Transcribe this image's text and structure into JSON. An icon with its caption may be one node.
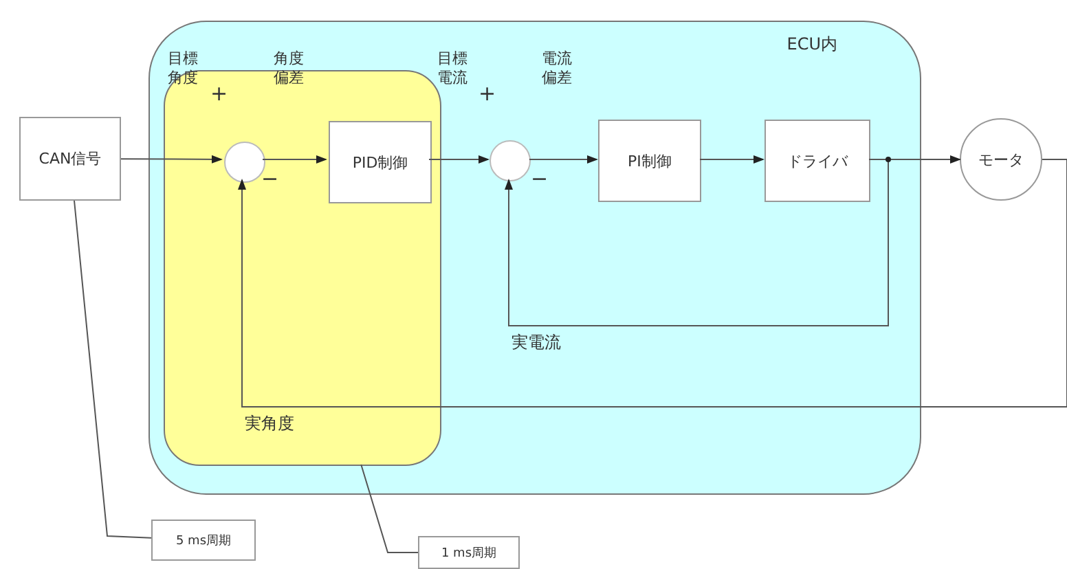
{
  "diagram": {
    "nodes": [
      {
        "text": [
          "ECU内"
        ]
      },
      {
        "text": [],
        "shape": "box",
        "in": 0
      },
      {
        "text": [
          "CAN信号"
        ]
      },
      {
        "text": [],
        "shape": "circle",
        "in": 1
      },
      {
        "text": [
          "PID制御"
        ],
        "in": 1
      },
      {
        "text": [],
        "shape": "circle",
        "in": 0
      },
      {
        "text": [
          "PI制御"
        ],
        "in": 0
      },
      {
        "text": [
          "ドライバ"
        ],
        "in": 0
      },
      {
        "text": [
          "モータ"
        ]
      },
      {
        "text": [
          "5 ms周期"
        ]
      },
      {
        "text": [
          "1 ms周期"
        ]
      }
    ],
    "edges": [
      {
        "from": 2,
        "to": 3,
        "arrow": "to"
      },
      {
        "from": 3,
        "to": 4,
        "arrow": "to"
      },
      {
        "from": 4,
        "to": 5,
        "arrow": "to"
      },
      {
        "from": 5,
        "to": 6,
        "arrow": "to"
      },
      {
        "from": 6,
        "to": 7,
        "arrow": "to"
      },
      {
        "from": 7,
        "to": 8,
        "arrow": "to"
      },
      {
        "from": 7,
        "to": 5,
        "arrow": "to",
        "label": "実電流"
      },
      {
        "from": 8,
        "to": 3,
        "arrow": "to",
        "label": "実角度"
      },
      {
        "from": 10,
        "to": 1,
        "arrow": "none"
      },
      {
        "from": 9,
        "to": 2,
        "arrow": "none"
      }
    ],
    "labels": [
      "目標角度",
      "+",
      "−",
      "角度偏差",
      "目標電流",
      "+",
      "−",
      "電流偏差"
    ]
  }
}
